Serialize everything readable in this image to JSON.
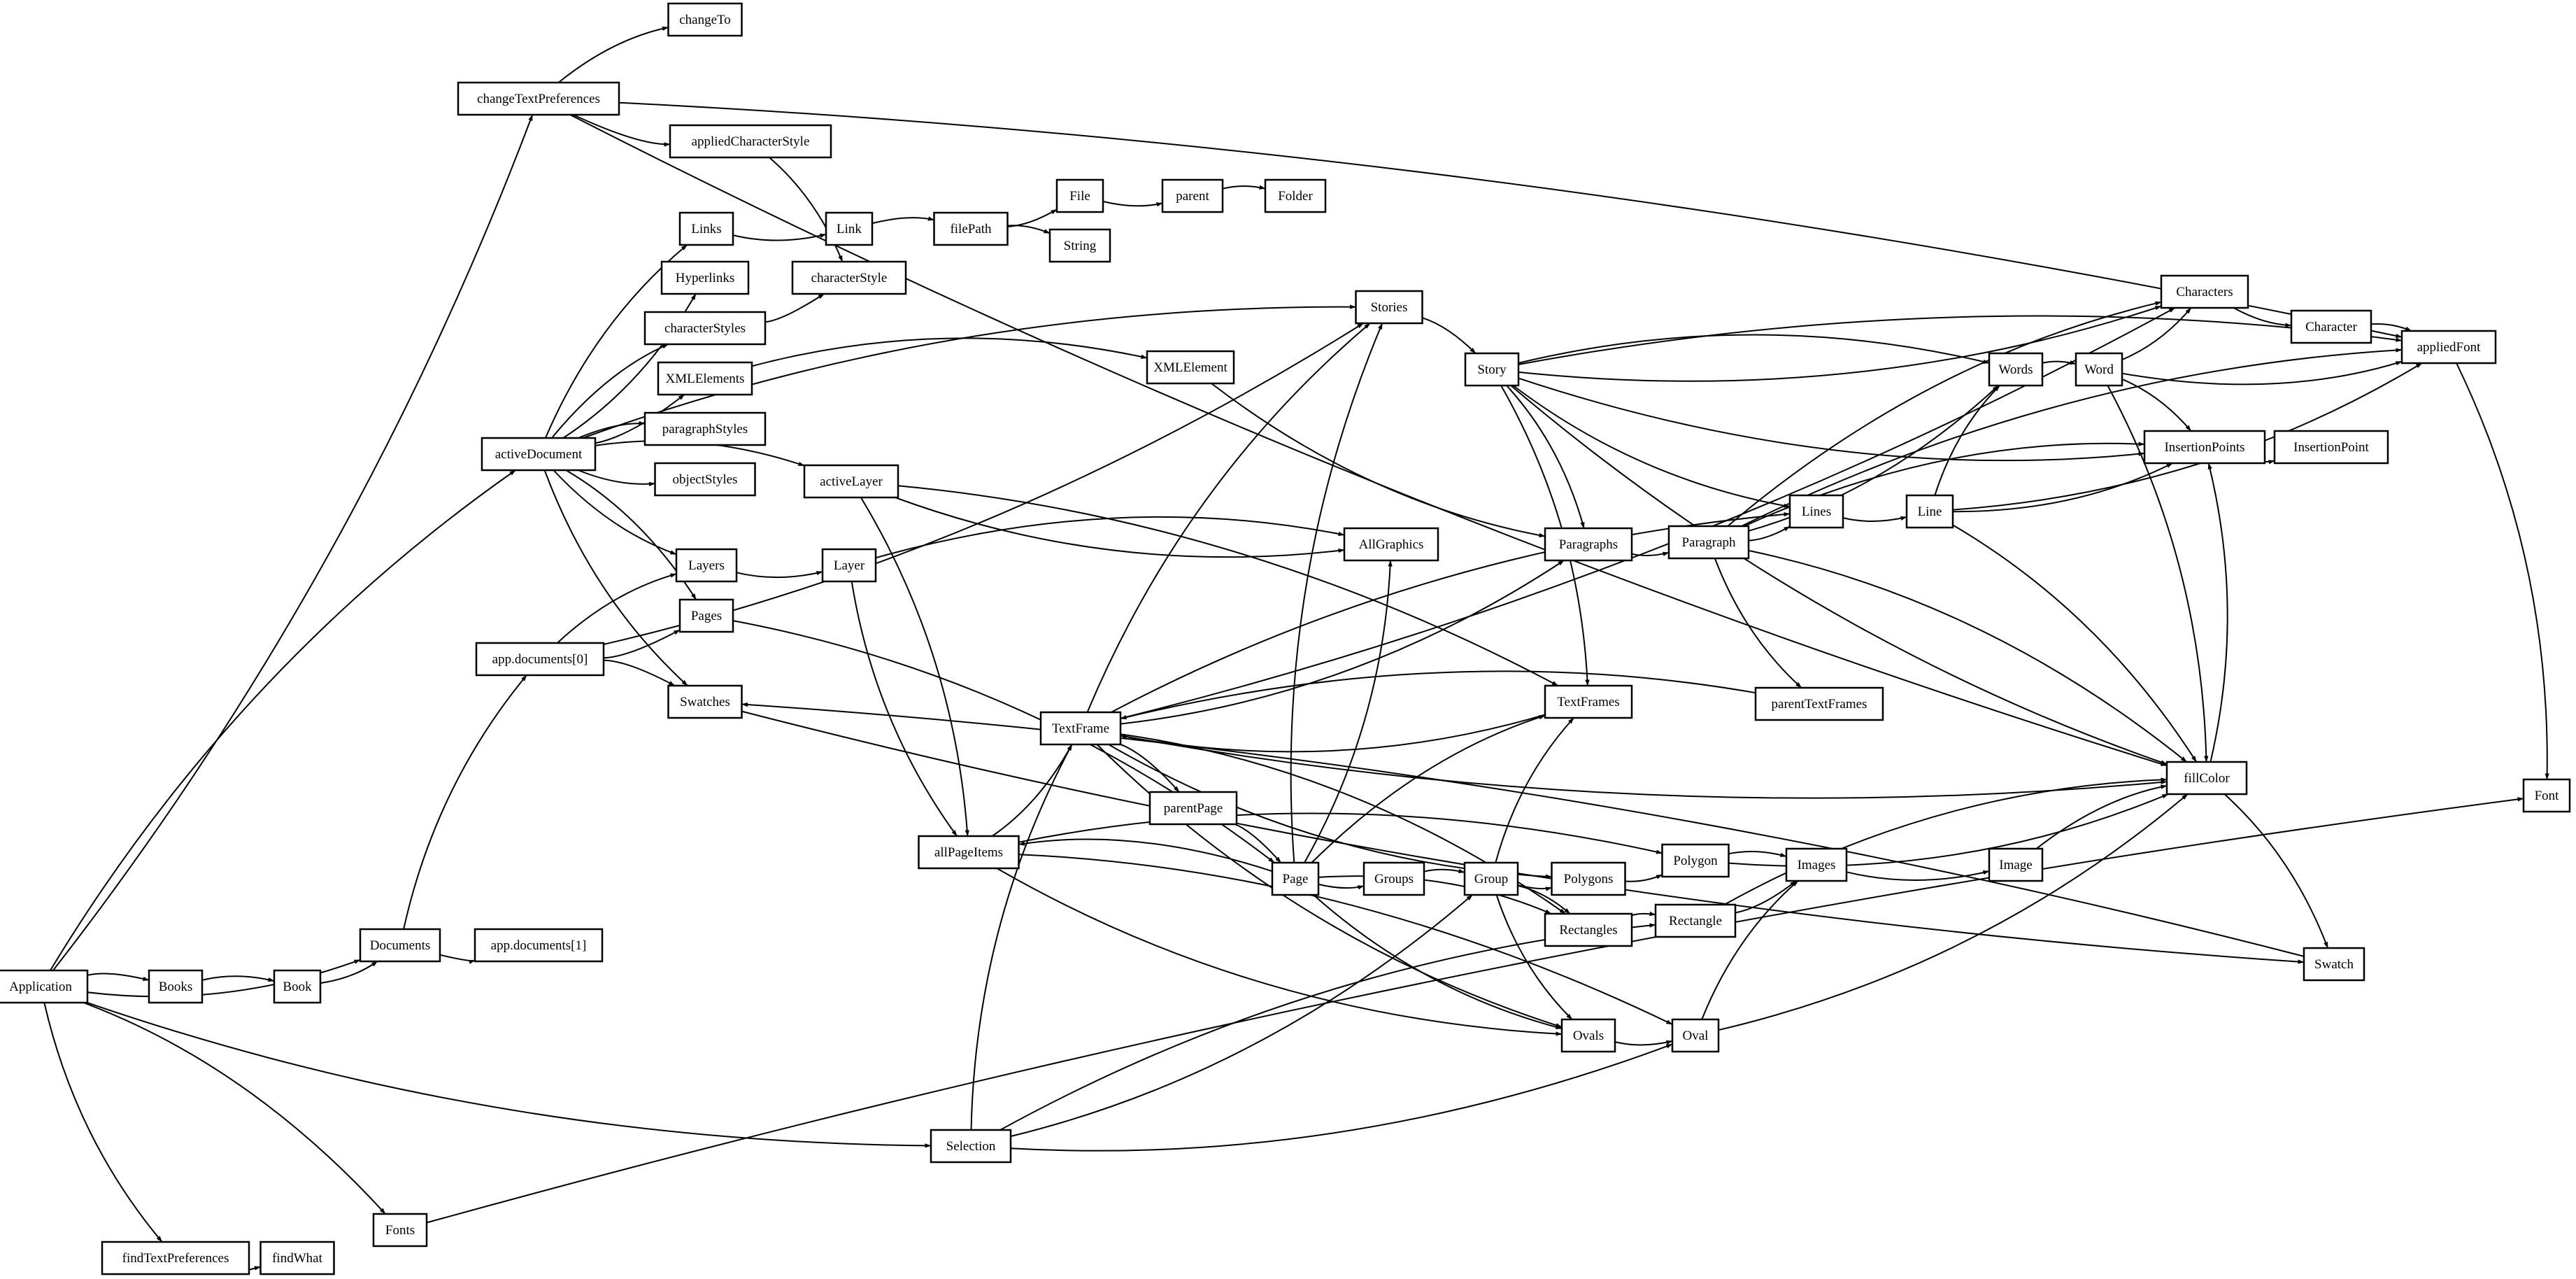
{
  "nodes": [
    {
      "id": "changeTo",
      "label": "changeTo"
    },
    {
      "id": "changeTextPreferences",
      "label": "changeTextPreferences"
    },
    {
      "id": "appliedCharacterStyle",
      "label": "appliedCharacterStyle"
    },
    {
      "id": "Links",
      "label": "Links"
    },
    {
      "id": "Link",
      "label": "Link"
    },
    {
      "id": "filePath",
      "label": "filePath"
    },
    {
      "id": "File",
      "label": "File"
    },
    {
      "id": "parent",
      "label": "parent"
    },
    {
      "id": "Folder",
      "label": "Folder"
    },
    {
      "id": "String",
      "label": "String"
    },
    {
      "id": "Hyperlinks",
      "label": "Hyperlinks"
    },
    {
      "id": "characterStyle",
      "label": "characterStyle"
    },
    {
      "id": "characterStyles",
      "label": "characterStyles"
    },
    {
      "id": "XMLElements",
      "label": "XMLElements"
    },
    {
      "id": "XMLElement",
      "label": "XMLElement"
    },
    {
      "id": "paragraphStyles",
      "label": "paragraphStyles"
    },
    {
      "id": "activeDocument",
      "label": "activeDocument"
    },
    {
      "id": "objectStyles",
      "label": "objectStyles"
    },
    {
      "id": "activeLayer",
      "label": "activeLayer"
    },
    {
      "id": "Layers",
      "label": "Layers"
    },
    {
      "id": "Layer",
      "label": "Layer"
    },
    {
      "id": "Pages",
      "label": "Pages"
    },
    {
      "id": "app.documents[0]",
      "label": "app.documents[0]"
    },
    {
      "id": "Swatches",
      "label": "Swatches"
    },
    {
      "id": "Stories",
      "label": "Stories"
    },
    {
      "id": "Story",
      "label": "Story"
    },
    {
      "id": "AllGraphics",
      "label": "AllGraphics"
    },
    {
      "id": "Paragraphs",
      "label": "Paragraphs"
    },
    {
      "id": "Paragraph",
      "label": "Paragraph"
    },
    {
      "id": "Lines",
      "label": "Lines"
    },
    {
      "id": "Line",
      "label": "Line"
    },
    {
      "id": "Characters",
      "label": "Characters"
    },
    {
      "id": "Character",
      "label": "Character"
    },
    {
      "id": "appliedFont",
      "label": "appliedFont"
    },
    {
      "id": "Words",
      "label": "Words"
    },
    {
      "id": "Word",
      "label": "Word"
    },
    {
      "id": "InsertionPoints",
      "label": "InsertionPoints"
    },
    {
      "id": "InsertionPoint",
      "label": "InsertionPoint"
    },
    {
      "id": "TextFrames",
      "label": "TextFrames"
    },
    {
      "id": "parentTextFrames",
      "label": "parentTextFrames"
    },
    {
      "id": "TextFrame",
      "label": "TextFrame"
    },
    {
      "id": "fillColor",
      "label": "fillColor"
    },
    {
      "id": "Font",
      "label": "Font"
    },
    {
      "id": "parentPage",
      "label": "parentPage"
    },
    {
      "id": "allPageItems",
      "label": "allPageItems"
    },
    {
      "id": "Page",
      "label": "Page"
    },
    {
      "id": "Groups",
      "label": "Groups"
    },
    {
      "id": "Group",
      "label": "Group"
    },
    {
      "id": "Polygons",
      "label": "Polygons"
    },
    {
      "id": "Polygon",
      "label": "Polygon"
    },
    {
      "id": "Images",
      "label": "Images"
    },
    {
      "id": "Image",
      "label": "Image"
    },
    {
      "id": "Rectangles",
      "label": "Rectangles"
    },
    {
      "id": "Rectangle",
      "label": "Rectangle"
    },
    {
      "id": "Documents",
      "label": "Documents"
    },
    {
      "id": "app.documents[1]",
      "label": "app.documents[1]"
    },
    {
      "id": "Application",
      "label": "Application"
    },
    {
      "id": "Books",
      "label": "Books"
    },
    {
      "id": "Book",
      "label": "Book"
    },
    {
      "id": "Swatch",
      "label": "Swatch"
    },
    {
      "id": "Ovals",
      "label": "Ovals"
    },
    {
      "id": "Oval",
      "label": "Oval"
    },
    {
      "id": "Selection",
      "label": "Selection"
    },
    {
      "id": "Fonts",
      "label": "Fonts"
    },
    {
      "id": "findTextPreferences",
      "label": "findTextPreferences"
    },
    {
      "id": "findWhat",
      "label": "findWhat"
    }
  ],
  "edges": [
    [
      "Application",
      "changeTextPreferences"
    ],
    [
      "Application",
      "activeDocument"
    ],
    [
      "Application",
      "Documents"
    ],
    [
      "Application",
      "Books"
    ],
    [
      "Application",
      "Selection"
    ],
    [
      "Application",
      "Fonts"
    ],
    [
      "Application",
      "findTextPreferences"
    ],
    [
      "changeTextPreferences",
      "changeTo"
    ],
    [
      "changeTextPreferences",
      "appliedCharacterStyle"
    ],
    [
      "changeTextPreferences",
      "appliedFont"
    ],
    [
      "changeTextPreferences",
      "fillColor"
    ],
    [
      "appliedCharacterStyle",
      "characterStyle"
    ],
    [
      "findTextPreferences",
      "findWhat"
    ],
    [
      "Books",
      "Book"
    ],
    [
      "Book",
      "Documents"
    ],
    [
      "Documents",
      "app.documents[0]"
    ],
    [
      "Documents",
      "app.documents[1]"
    ],
    [
      "app.documents[0]",
      "Layers"
    ],
    [
      "app.documents[0]",
      "Pages"
    ],
    [
      "app.documents[0]",
      "Swatches"
    ],
    [
      "app.documents[0]",
      "Stories"
    ],
    [
      "activeDocument",
      "Links"
    ],
    [
      "activeDocument",
      "Hyperlinks"
    ],
    [
      "activeDocument",
      "characterStyles"
    ],
    [
      "activeDocument",
      "XMLElements"
    ],
    [
      "activeDocument",
      "paragraphStyles"
    ],
    [
      "activeDocument",
      "objectStyles"
    ],
    [
      "activeDocument",
      "activeLayer"
    ],
    [
      "activeDocument",
      "Layers"
    ],
    [
      "activeDocument",
      "Pages"
    ],
    [
      "activeDocument",
      "Swatches"
    ],
    [
      "activeDocument",
      "Stories"
    ],
    [
      "Links",
      "Link"
    ],
    [
      "Link",
      "filePath"
    ],
    [
      "filePath",
      "File"
    ],
    [
      "filePath",
      "String"
    ],
    [
      "File",
      "parent"
    ],
    [
      "parent",
      "Folder"
    ],
    [
      "characterStyles",
      "characterStyle"
    ],
    [
      "XMLElements",
      "XMLElement"
    ],
    [
      "XMLElement",
      "Paragraphs"
    ],
    [
      "activeLayer",
      "allPageItems"
    ],
    [
      "activeLayer",
      "AllGraphics"
    ],
    [
      "activeLayer",
      "TextFrames"
    ],
    [
      "Layers",
      "Layer"
    ],
    [
      "Layer",
      "AllGraphics"
    ],
    [
      "Layer",
      "allPageItems"
    ],
    [
      "Pages",
      "Page"
    ],
    [
      "Swatches",
      "Swatch"
    ],
    [
      "Stories",
      "Story"
    ],
    [
      "Story",
      "Characters"
    ],
    [
      "Story",
      "Words"
    ],
    [
      "Story",
      "InsertionPoints"
    ],
    [
      "Story",
      "Paragraphs"
    ],
    [
      "Story",
      "Lines"
    ],
    [
      "Story",
      "TextFrames"
    ],
    [
      "Story",
      "fillColor"
    ],
    [
      "Story",
      "appliedFont"
    ],
    [
      "Paragraphs",
      "Paragraph"
    ],
    [
      "Paragraph",
      "Characters"
    ],
    [
      "Paragraph",
      "Words"
    ],
    [
      "Paragraph",
      "InsertionPoints"
    ],
    [
      "Paragraph",
      "Lines"
    ],
    [
      "Paragraph",
      "fillColor"
    ],
    [
      "Paragraph",
      "parentTextFrames"
    ],
    [
      "Paragraph",
      "appliedFont"
    ],
    [
      "Lines",
      "Line"
    ],
    [
      "Line",
      "Words"
    ],
    [
      "Line",
      "InsertionPoints"
    ],
    [
      "Line",
      "fillColor"
    ],
    [
      "Line",
      "appliedFont"
    ],
    [
      "Words",
      "Word"
    ],
    [
      "Word",
      "Characters"
    ],
    [
      "Word",
      "InsertionPoints"
    ],
    [
      "Word",
      "appliedFont"
    ],
    [
      "Word",
      "fillColor"
    ],
    [
      "Characters",
      "Character"
    ],
    [
      "Character",
      "appliedFont"
    ],
    [
      "InsertionPoints",
      "InsertionPoint"
    ],
    [
      "appliedFont",
      "Font"
    ],
    [
      "parentTextFrames",
      "TextFrame"
    ],
    [
      "TextFrames",
      "TextFrame"
    ],
    [
      "TextFrame",
      "Characters"
    ],
    [
      "TextFrame",
      "Stories"
    ],
    [
      "TextFrame",
      "Paragraphs"
    ],
    [
      "TextFrame",
      "Lines"
    ],
    [
      "TextFrame",
      "fillColor"
    ],
    [
      "TextFrame",
      "parentPage"
    ],
    [
      "TextFrame",
      "Polygons"
    ],
    [
      "TextFrame",
      "Rectangles"
    ],
    [
      "TextFrame",
      "Ovals"
    ],
    [
      "parentPage",
      "Page"
    ],
    [
      "allPageItems",
      "TextFrame"
    ],
    [
      "allPageItems",
      "Polygon"
    ],
    [
      "allPageItems",
      "Ovals"
    ],
    [
      "allPageItems",
      "Oval"
    ],
    [
      "Page",
      "allPageItems"
    ],
    [
      "Page",
      "Stories"
    ],
    [
      "Page",
      "AllGraphics"
    ],
    [
      "Page",
      "TextFrames"
    ],
    [
      "Page",
      "Groups"
    ],
    [
      "Page",
      "Rectangles"
    ],
    [
      "Page",
      "Ovals"
    ],
    [
      "Groups",
      "Group"
    ],
    [
      "Group",
      "Polygons"
    ],
    [
      "Group",
      "Rectangles"
    ],
    [
      "Group",
      "Ovals"
    ],
    [
      "Group",
      "TextFrames"
    ],
    [
      "Polygons",
      "Polygon"
    ],
    [
      "Polygon",
      "Images"
    ],
    [
      "Polygon",
      "fillColor"
    ],
    [
      "Rectangles",
      "Rectangle"
    ],
    [
      "Rectangle",
      "Images"
    ],
    [
      "Rectangle",
      "fillColor"
    ],
    [
      "Images",
      "Image"
    ],
    [
      "Image",
      "fillColor"
    ],
    [
      "Ovals",
      "Oval"
    ],
    [
      "Oval",
      "Images"
    ],
    [
      "Oval",
      "fillColor"
    ],
    [
      "fillColor",
      "Swatch"
    ],
    [
      "fillColor",
      "InsertionPoints"
    ],
    [
      "Selection",
      "TextFrame"
    ],
    [
      "Selection",
      "Group"
    ],
    [
      "Selection",
      "Rectangle"
    ],
    [
      "Selection",
      "Oval"
    ],
    [
      "Fonts",
      "Font"
    ],
    [
      "Swatch",
      "Swatches"
    ]
  ]
}
